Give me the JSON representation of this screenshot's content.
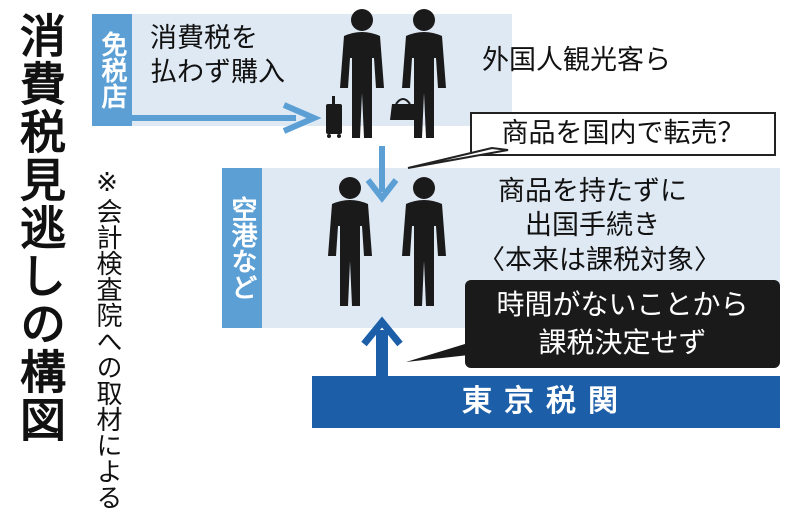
{
  "title": "消費税見逃しの構図",
  "note": "※会計検査院への取材による",
  "tax_free_shop": "免税店",
  "purchase_text": [
    "消費税を",
    "払わず購入"
  ],
  "tourists": "外国人観光客ら",
  "resale_question": "商品を国内で転売？",
  "airport": "空港など",
  "departure_text": [
    "商品を持たずに",
    "出国手続き"
  ],
  "taxable_note": "〈本来は課税対象〉",
  "customs_reason": [
    "時間がないことから",
    "課税決定せず"
  ],
  "customs": "東京税関",
  "colors": {
    "label_blue": "#5b9fd4",
    "band_blue": "#dfe9f4",
    "arrow_blue": "#1c5ea8",
    "customs_blue": "#1c5ea8"
  }
}
